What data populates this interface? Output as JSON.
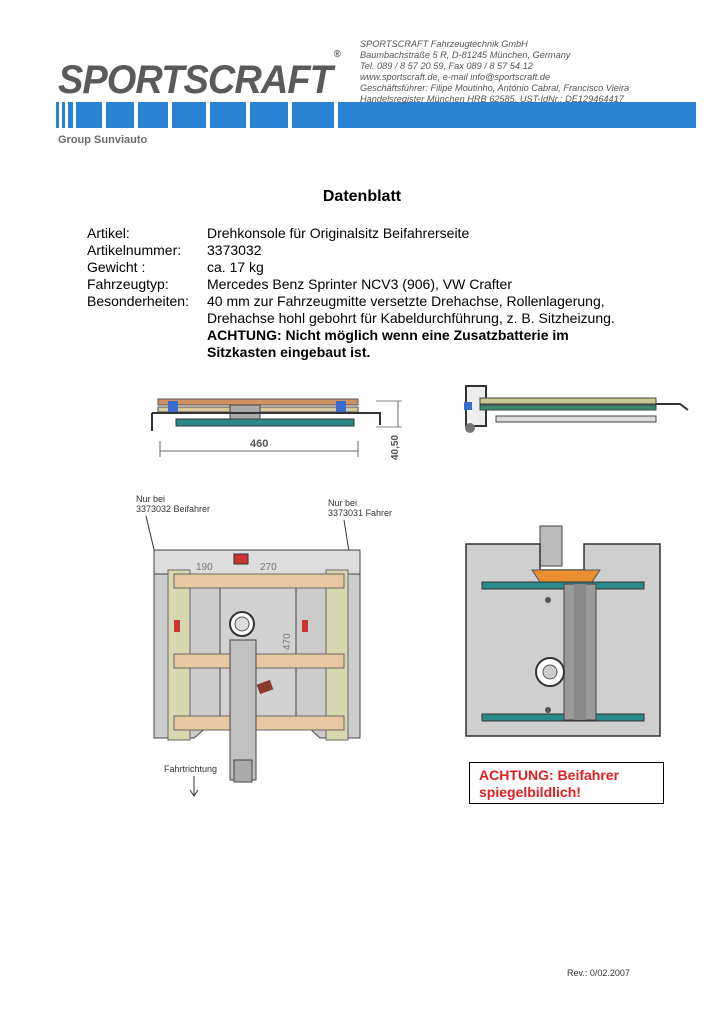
{
  "header": {
    "logo": "SPORTSCRAFT",
    "logo_mark": "®",
    "group": "Group Sunviauto",
    "company_lines": [
      "SPORTSCRAFT Fahrzeugtechnik GmbH",
      "Baumbachstraße 5 R, D-81245 München, Germany",
      "Tel. 089 / 8 57 20 59, Fax 089 / 8 57 54 12",
      "www.sportscraft.de, e-mail info@sportscraft.de",
      "Geschäftsführer: Filipe Moutinho, António Cabral, Francisco Vieira",
      "Handelsregister München HRB 62585, UST-IdNr.: DE129464417"
    ],
    "accent": "#2b83d6"
  },
  "title": "Datenblatt",
  "fields": {
    "artikel_label": "Artikel:",
    "artikel": "Drehkonsole für Originalsitz Beifahrerseite",
    "nummer_label": "Artikelnummer:",
    "nummer": "3373032",
    "gewicht_label": "Gewicht :",
    "gewicht": "ca. 17 kg",
    "typ_label": "Fahrzeugtyp:",
    "typ": "Mercedes Benz Sprinter NCV3 (906), VW Crafter",
    "besonder_label": "Besonderheiten:",
    "besonder_1": "40 mm zur Fahrzeugmitte versetzte Drehachse, Rollenlagerung,",
    "besonder_2": "Drehachse hohl gebohrt für Kabeldurchführung, z. B. Sitzheizung.",
    "achtung_1": "ACHTUNG: Nicht möglich wenn eine Zusatzbatterie im",
    "achtung_2": "Sitzkasten eingebaut ist."
  },
  "drawing": {
    "dim_width": "460",
    "dim_height": "40,50",
    "note_left_1": "Nur bei",
    "note_left_2": "3373032 Beifahrer",
    "note_right_1": "Nur bei",
    "note_right_2": "3373031 Fahrer",
    "dim_190": "190",
    "dim_270": "270",
    "dim_470": "470",
    "direction": "Fahrtrichtung"
  },
  "warning": {
    "line1": "ACHTUNG: Beifahrer",
    "line2": "spiegelbildlich!"
  },
  "revision": "Rev.: 0/02.2007"
}
